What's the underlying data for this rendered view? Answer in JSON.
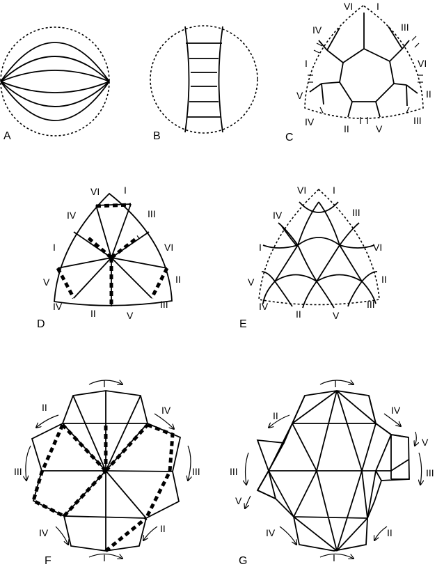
{
  "panels": {
    "A": {
      "label": "A"
    },
    "B": {
      "label": "B"
    },
    "C": {
      "label": "C",
      "edge_labels": [
        "VI",
        "I",
        "IV",
        "III",
        "I",
        "VI",
        "V",
        "II",
        "IV",
        "III",
        "II",
        "V"
      ]
    },
    "D": {
      "label": "D",
      "edge_labels": [
        "VI",
        "I",
        "IV",
        "III",
        "I",
        "VI",
        "V",
        "II",
        "IV",
        "III",
        "II",
        "V"
      ]
    },
    "E": {
      "label": "E",
      "edge_labels": [
        "VI",
        "I",
        "IV",
        "III",
        "I",
        "VI",
        "V",
        "II",
        "IV",
        "III",
        "II",
        "V"
      ]
    },
    "F": {
      "label": "F",
      "edge_labels": [
        "I",
        "II",
        "IV",
        "III",
        "III",
        "IV",
        "II",
        "I"
      ]
    },
    "G": {
      "label": "G",
      "edge_labels": [
        "I",
        "II",
        "IV",
        "V",
        "III",
        "III",
        "V",
        "IV",
        "II",
        "I"
      ]
    }
  }
}
